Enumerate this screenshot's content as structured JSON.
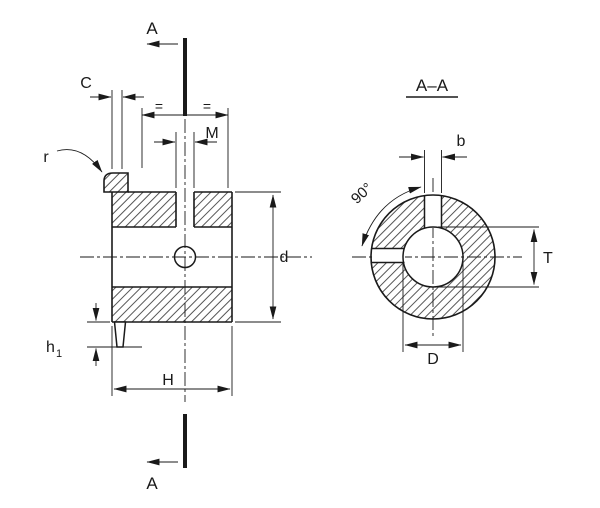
{
  "drawing": {
    "section_view_title": "A–A",
    "labels": {
      "section_marker_top": "A",
      "section_marker_bottom": "A",
      "tooth_width": "C",
      "fillet_radius": "r",
      "setscrew_hole": "M",
      "equal_spacing_left": "=",
      "equal_spacing_right": "=",
      "pitch_diameter": "d",
      "hub_length": "H",
      "tooth_height_main": "h",
      "tooth_height_sub": "1",
      "keyway_width": "b",
      "keyway_angle": "90°",
      "keyway_depth": "T",
      "bore_diameter": "D"
    },
    "colors": {
      "line": "#1a1a1a",
      "background": "#ffffff"
    }
  }
}
